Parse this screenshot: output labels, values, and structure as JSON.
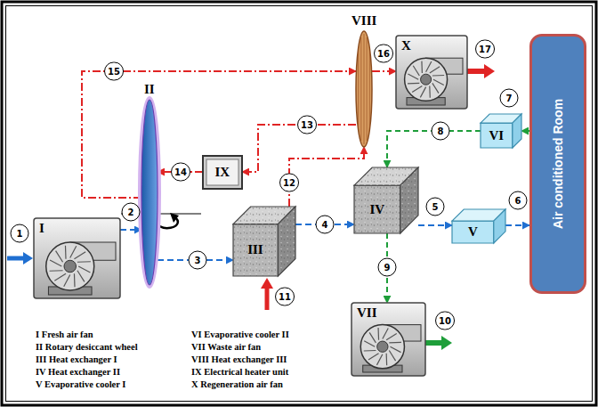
{
  "diagram": {
    "nodes": [
      {
        "text": [
          "VIII"
        ]
      },
      {
        "text": [
          "X"
        ]
      },
      {
        "text": [
          "IX"
        ]
      },
      {
        "text": [
          "II"
        ]
      },
      {
        "text": [
          "VI"
        ]
      },
      {
        "text": [
          "Air conditioned Room"
        ]
      },
      {
        "text": [
          "I"
        ]
      },
      {
        "text": [
          "III"
        ]
      },
      {
        "text": [
          "IV"
        ]
      },
      {
        "text": [
          "V"
        ]
      },
      {
        "text": [
          "VII"
        ]
      }
    ],
    "edges": [
      {
        "from": 6,
        "to": 3,
        "label": "2",
        "arrow": "to"
      },
      {
        "from": 3,
        "to": 7,
        "label": "3",
        "arrow": "to"
      },
      {
        "from": 7,
        "to": 8,
        "label": "4",
        "arrow": "to"
      },
      {
        "from": 8,
        "to": 9,
        "label": "5",
        "arrow": "to"
      },
      {
        "from": 9,
        "to": 5,
        "label": "6",
        "arrow": "to"
      },
      {
        "from": 5,
        "to": 4,
        "label": "7",
        "arrow": "to"
      },
      {
        "from": 4,
        "to": 8,
        "label": "8",
        "arrow": "to"
      },
      {
        "from": 8,
        "to": 10,
        "label": "9",
        "arrow": "to"
      },
      {
        "from": 7,
        "to": 0,
        "label": "12",
        "arrow": "to"
      },
      {
        "from": 0,
        "to": 2,
        "label": "13",
        "arrow": "to"
      },
      {
        "from": 2,
        "to": 3,
        "label": "14",
        "arrow": "to"
      },
      {
        "from": 3,
        "to": 0,
        "label": "15",
        "arrow": "to"
      },
      {
        "from": 0,
        "to": 1,
        "label": "16",
        "arrow": "to"
      }
    ],
    "labels": [
      "1",
      "10",
      "11",
      "17"
    ],
    "legend": [
      {
        "text": "I Fresh air fan"
      },
      {
        "text": "II Rotary desiccant wheel"
      },
      {
        "text": "III Heat exchanger I"
      },
      {
        "text": "IV Heat exchanger II"
      },
      {
        "text": "V Evaporative cooler I"
      },
      {
        "text": "VI Evaporative cooler II"
      },
      {
        "text": "VII Waste air fan"
      },
      {
        "text": "VIII Heat exchanger III"
      },
      {
        "text": "IX Electrical heater unit"
      },
      {
        "text": "X Regeneration air fan"
      }
    ]
  }
}
